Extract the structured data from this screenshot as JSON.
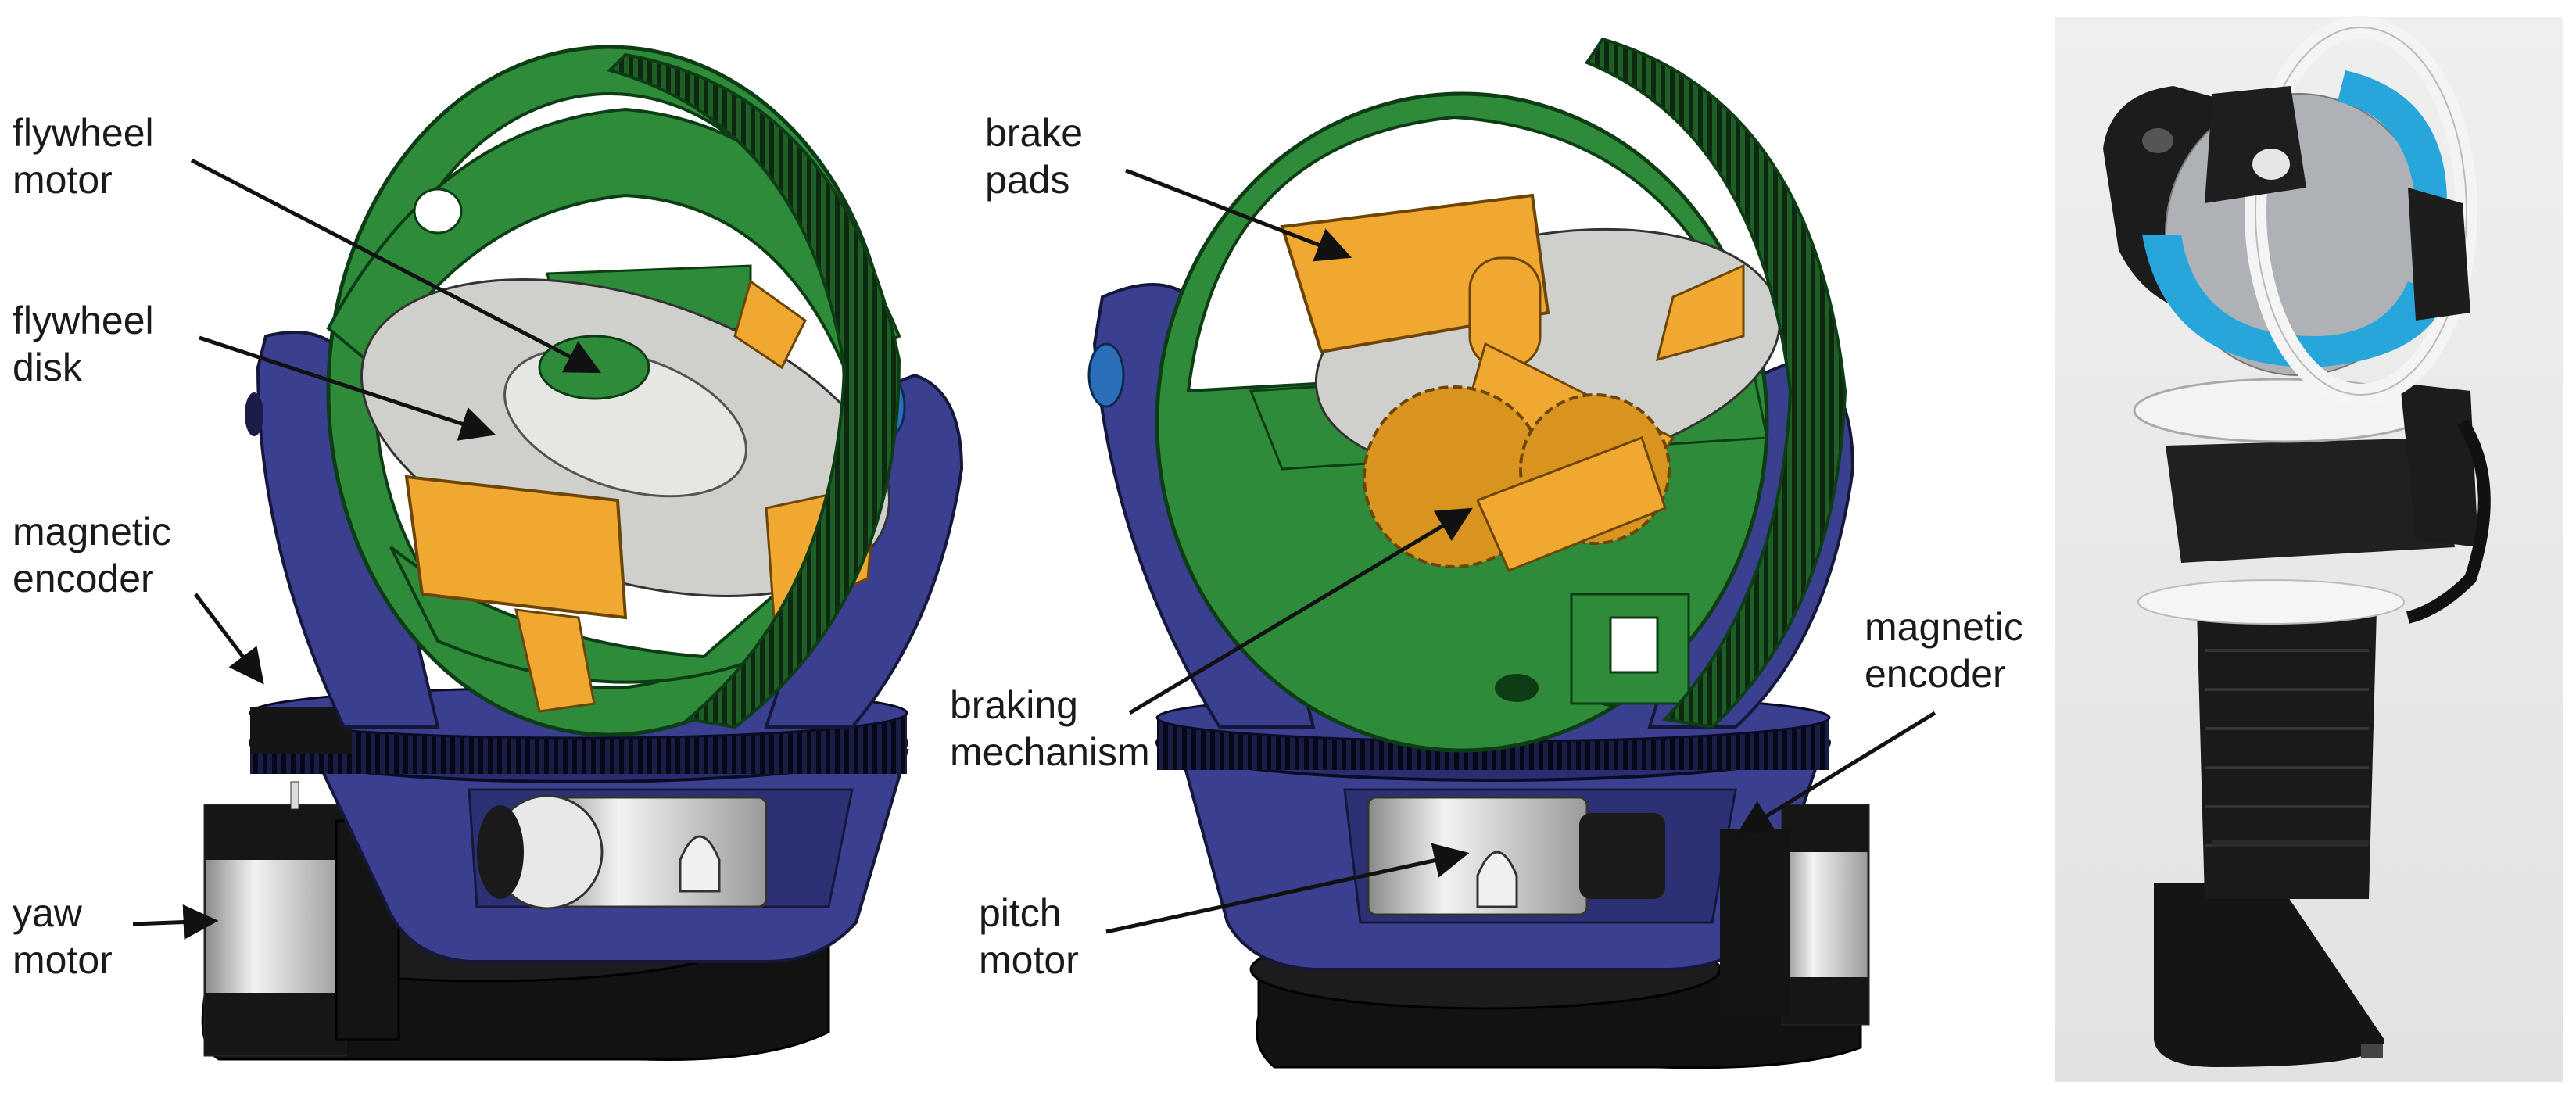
{
  "colors": {
    "frame_green": "#2e8b3a",
    "frame_green_dark": "#1f6a2a",
    "base_blue": "#3a3f8f",
    "base_blue_dark": "#262a66",
    "pad_orange": "#f0a830",
    "disk_gray": "#cfcfcb",
    "motor_silver": "#c4c4c4",
    "base_black": "#111111",
    "photo_bg": "#ececec",
    "photo_blue": "#27a6dc"
  },
  "labels": {
    "flywheel_motor": [
      "flywheel",
      "motor"
    ],
    "flywheel_disk": [
      "flywheel",
      "disk"
    ],
    "magnetic_encoder_left": [
      "magnetic",
      "encoder"
    ],
    "yaw_motor": [
      "yaw",
      "motor"
    ],
    "brake_pads": [
      "brake",
      "pads"
    ],
    "braking_mechanism": [
      "braking",
      "mechanism"
    ],
    "pitch_motor": [
      "pitch",
      "motor"
    ],
    "magnetic_encoder_right": [
      "magnetic",
      "encoder"
    ]
  },
  "icons": {
    "leader_arrow": "arrow-icon"
  }
}
